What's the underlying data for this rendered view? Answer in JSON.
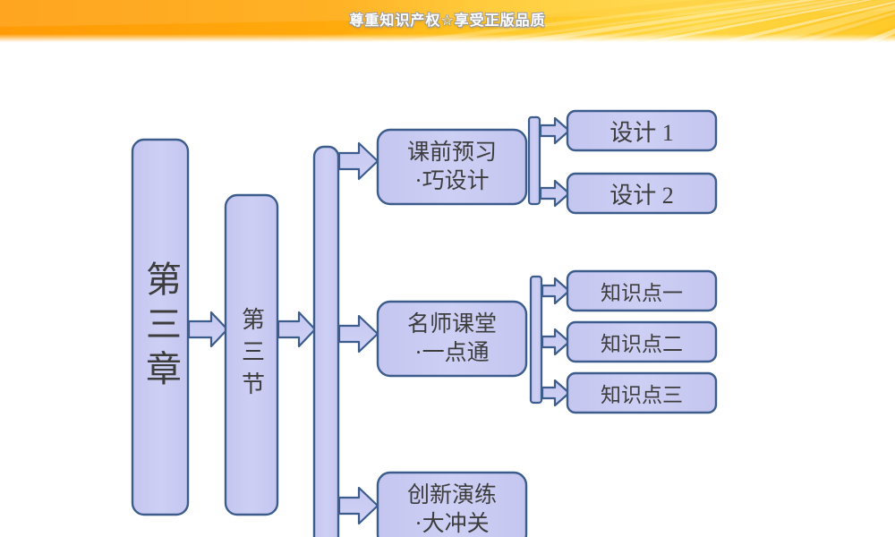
{
  "banner": {
    "text": "尊重知识产权☆享受正版品质",
    "bg_left_color": "#ff9b06",
    "bg_right_color": "#ffd23c",
    "text_color": "#ffffff",
    "outline_color": "#9d9d9d"
  },
  "theme": {
    "box_fill": "#c9cbf2",
    "box_fill_light": "#d5d6f6",
    "box_border": "#3c5c8c",
    "arrow_fill": "#c9cbf2",
    "arrow_border": "#3c5c8c",
    "text_color": "#3d3d3d",
    "page_bg": "#ffffff"
  },
  "diagram": {
    "type": "flow-chart",
    "orientation": "left-to-right",
    "chapter": {
      "label": "第三章",
      "orientation": "vertical"
    },
    "section": {
      "label": "第三节",
      "orientation": "vertical"
    },
    "spine": {
      "label": "",
      "orientation": "vertical-bar"
    },
    "branches": [
      {
        "label": "课前预习\n·巧设计",
        "children": [
          {
            "label": "设计 1"
          },
          {
            "label": "设计 2"
          }
        ]
      },
      {
        "label": "名师课堂\n·一点通",
        "children": [
          {
            "label": "知识点一"
          },
          {
            "label": "知识点二"
          },
          {
            "label": "知识点三"
          }
        ]
      },
      {
        "label": "创新演练\n·大冲关",
        "children": []
      }
    ]
  }
}
